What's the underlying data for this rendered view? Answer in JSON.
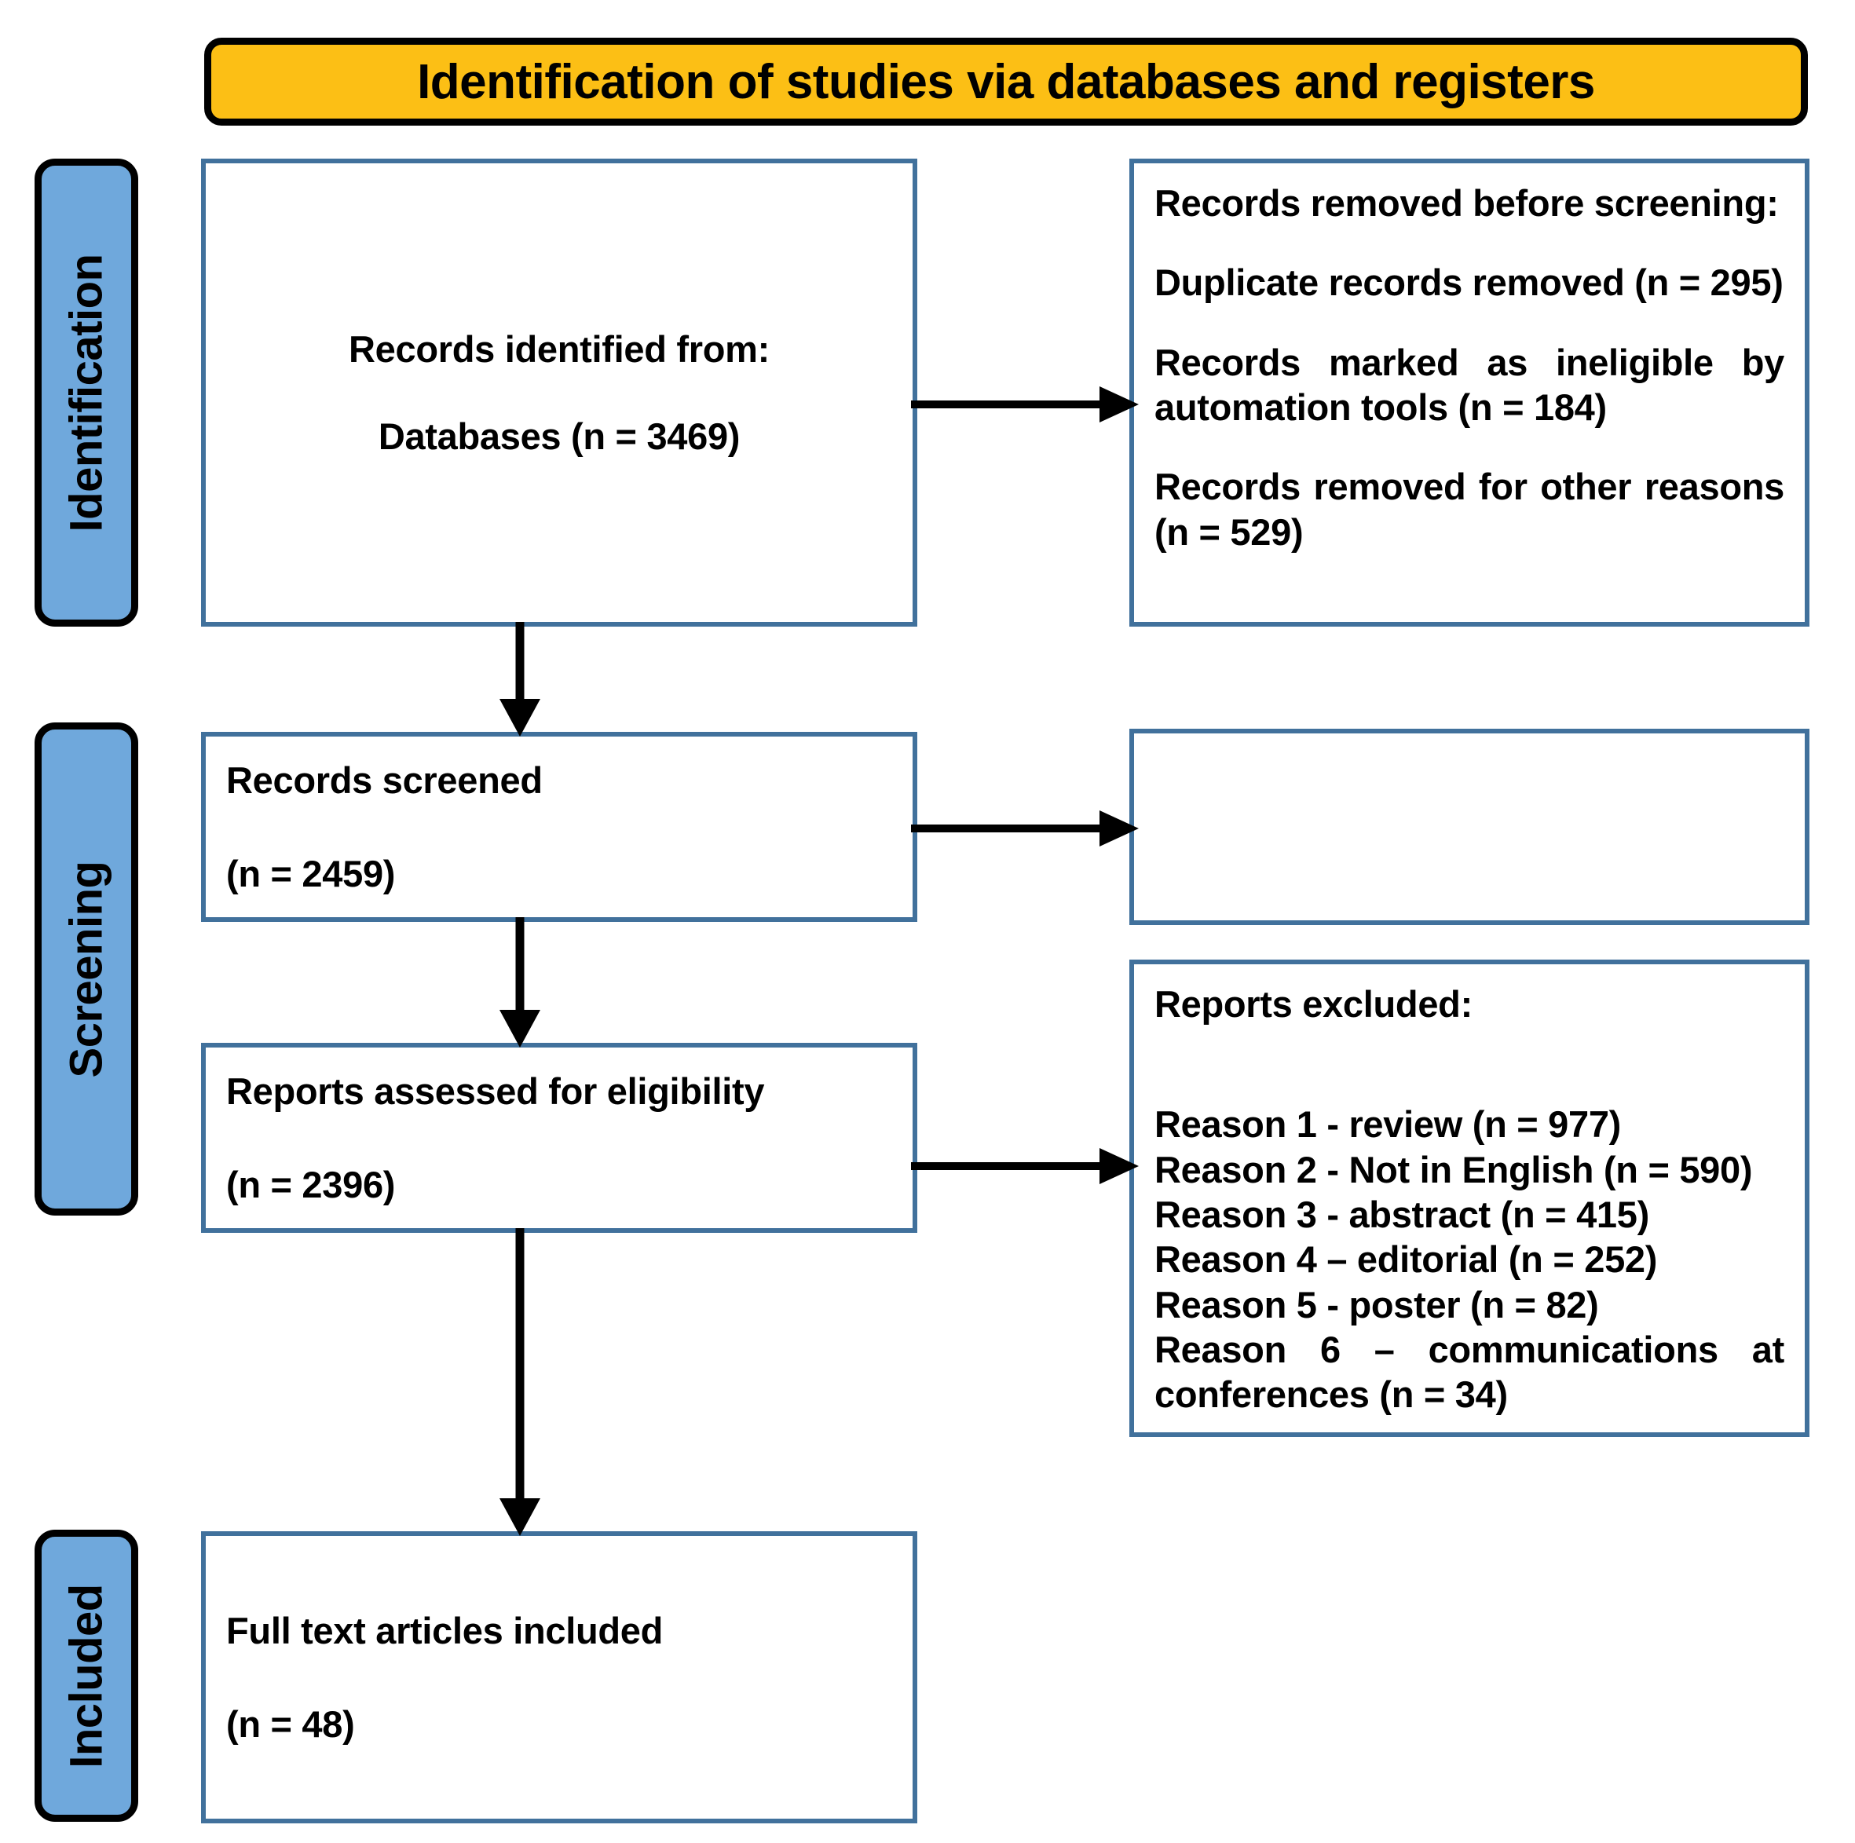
{
  "title": {
    "text": "Identification of studies via databases and registers"
  },
  "phases": [
    {
      "id": "identification",
      "label": "Identification"
    },
    {
      "id": "screening",
      "label": "Screening"
    },
    {
      "id": "included",
      "label": "Included"
    }
  ],
  "boxes": {
    "identified": {
      "heading": "Records identified from:",
      "detail": "Databases (n = 3469)"
    },
    "removed_before_screening": {
      "heading": "Records removed before screening:",
      "items": [
        "Duplicate records removed (n = 295)",
        "Records marked as ineligible by automation tools (n = 184)",
        "Records removed for other reasons (n = 529)"
      ]
    },
    "screened": {
      "heading": "Records screened",
      "count": " (n = 2459)"
    },
    "screened_excluded": {
      "heading": "",
      "count": ""
    },
    "eligibility": {
      "heading": "Reports assessed for eligibility",
      "count": " (n = 2396)"
    },
    "reports_excluded": {
      "heading": "Reports excluded:",
      "reasons": [
        "Reason 1 - review (n = 977)",
        "Reason 2 - Not in English (n = 590)",
        "Reason 3 - abstract (n = 415)",
        "Reason 4 – editorial (n = 252)",
        "Reason 5 - poster (n = 82)",
        "Reason 6 – communications at conferences (n = 34)"
      ]
    },
    "included": {
      "heading": "Full text articles included",
      "count": " (n = 48)"
    }
  },
  "colors": {
    "title_banner_fill": "#FCBF15",
    "phase_tab_fill": "#6FA8DC",
    "box_border": "#41719C",
    "outline": "#000000",
    "arrow": "#000000",
    "text": "#000000",
    "background": "#FFFFFF"
  }
}
